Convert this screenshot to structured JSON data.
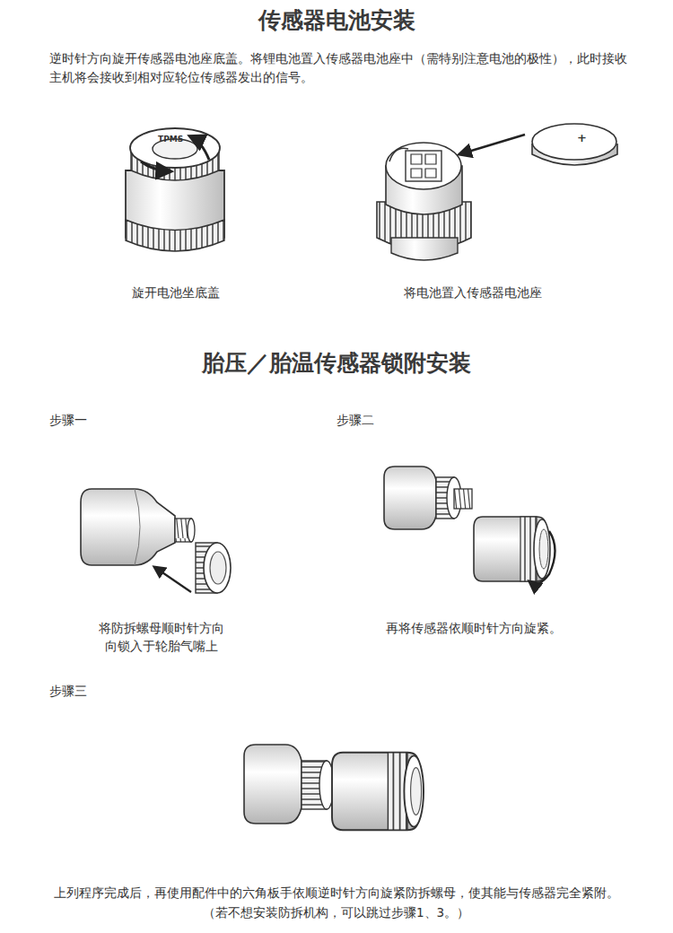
{
  "diagram": {
    "title": "传感器电池安装",
    "labels": [
      "逆时针方向旋开传感器电池座底盖。将锂电池置入传感器电池座中（需特别注意电池的极性），此时接收主机将会接收到相对应轮位传感器发出的信号。",
      "TPMS",
      "+",
      "旋开电池坐底盖",
      "将电池置入传感器电池座",
      "胎压／胎温传感器锁附安装",
      "步骤一",
      "步骤二",
      "将防拆螺母顺时针方向向锁入于轮胎气嘴上",
      "再将传感器依顺时针方向旋紧。",
      "步骤三",
      "上列程序完成后，再使用配件中的六角板手依顺逆时针方向旋紧防拆螺母，使其能与传感器完全紧附。",
      "（若不想安装防拆机构，可以跳过步骤1、3。）"
    ]
  }
}
